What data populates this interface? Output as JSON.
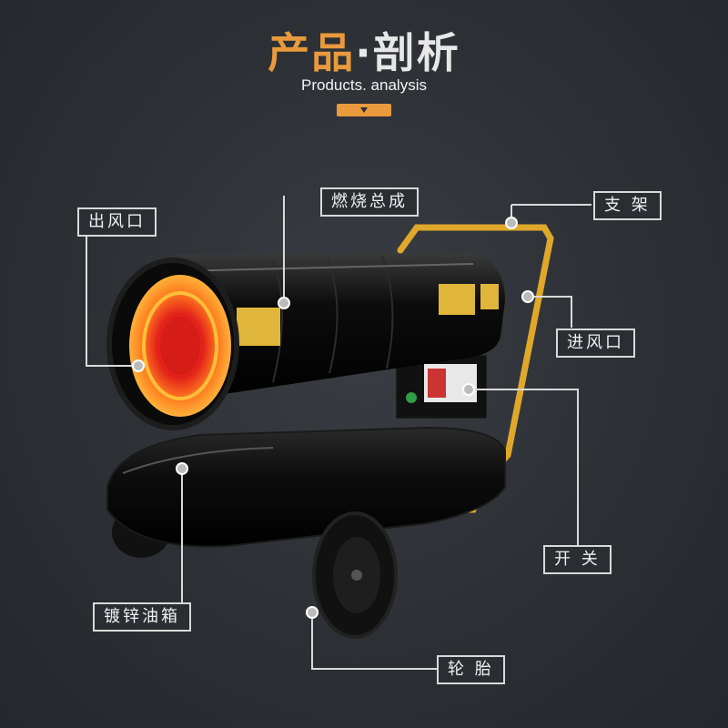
{
  "header": {
    "title_accent": "产品",
    "title_rest": "·剖析",
    "subtitle": "Products. analysis"
  },
  "colors": {
    "accent": "#e89a3c",
    "frame": "#e0a82a",
    "glow": "#ff5a1e"
  },
  "callouts": {
    "burner": "燃烧总成",
    "outlet": "出风口",
    "bracket": "支 架",
    "inlet": "进风口",
    "switch": "开 关",
    "tank": "镀锌油箱",
    "wheel": "轮 胎"
  }
}
